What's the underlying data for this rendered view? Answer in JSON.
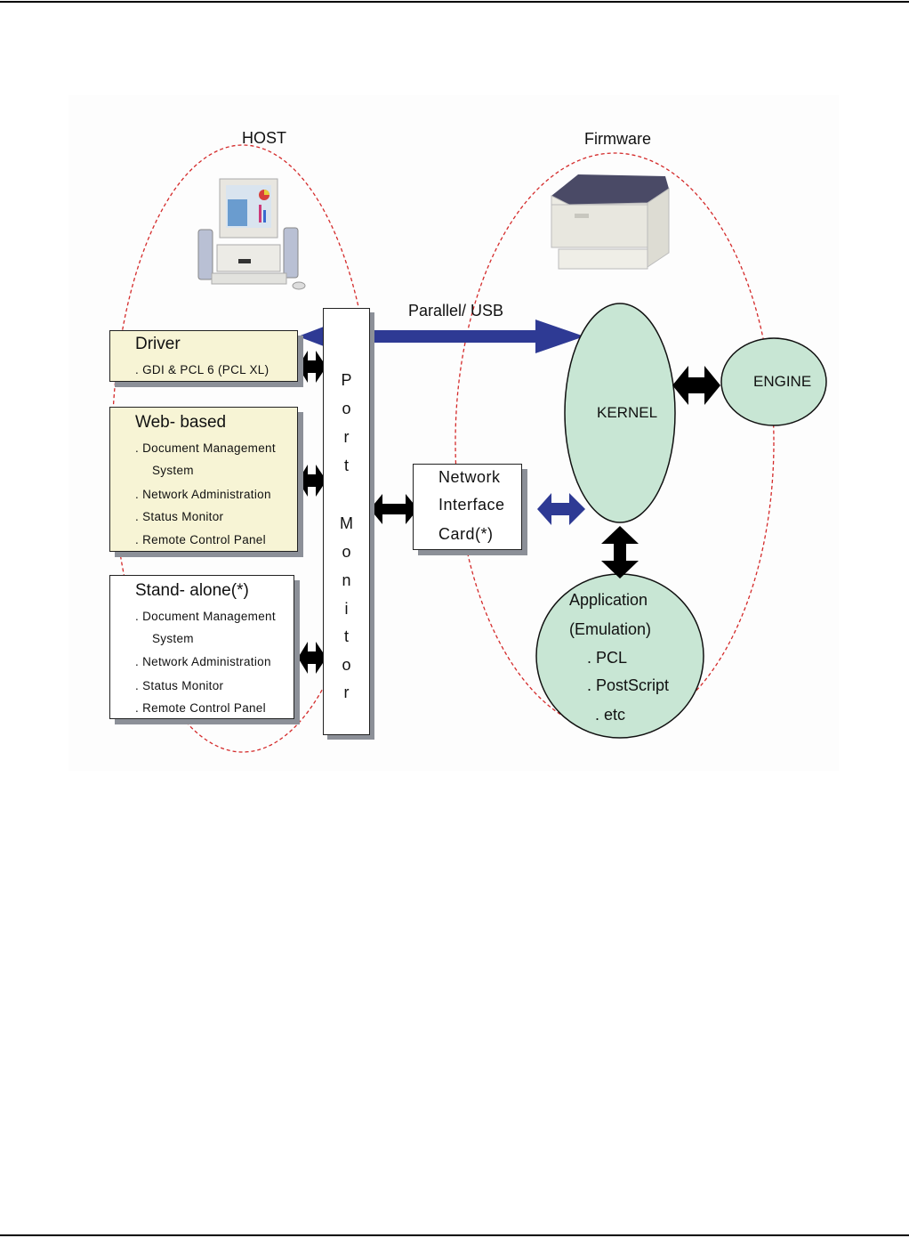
{
  "diagram": {
    "host_label": "HOST",
    "firmware_label": "Firmware",
    "connection_label": "Parallel/ USB",
    "driver": {
      "title": "Driver",
      "items": [
        ". GDI & PCL 6 (PCL XL)"
      ]
    },
    "web_based": {
      "title": "Web- based",
      "items": [
        ". Document  Management",
        "System",
        ". Network Administration",
        ". Status  Monitor",
        ". Remote  Control  Panel"
      ]
    },
    "stand_alone": {
      "title": "Stand- alone(*)",
      "items": [
        ". Document  Management",
        "System",
        ". Network Administration",
        ". Status  Monitor",
        ". Remote  Control  Panel"
      ]
    },
    "port_monitor": {
      "letters": [
        "P",
        "o",
        "r",
        "t",
        "M",
        "o",
        "n",
        "i",
        "t",
        "o",
        "r"
      ]
    },
    "nic": {
      "lines": [
        "Network",
        "Interface",
        "Card(*)"
      ]
    },
    "kernel_label": "KERNEL",
    "engine_label": "ENGINE",
    "application": {
      "lines": [
        "Application",
        "(Emulation)",
        ". PCL",
        ". PostScript",
        ". etc"
      ]
    },
    "images": {
      "host_image": "desktop-computer",
      "firmware_image": "laser-printer"
    },
    "colors": {
      "blue_arrow": "#2e3a94",
      "black_arrow": "#000000",
      "ellipse_fill": "#c8e6d4",
      "box_fill": "#f7f4d5",
      "dashed_boundary": "#d42a2a",
      "shadow": "#8c9098"
    }
  }
}
